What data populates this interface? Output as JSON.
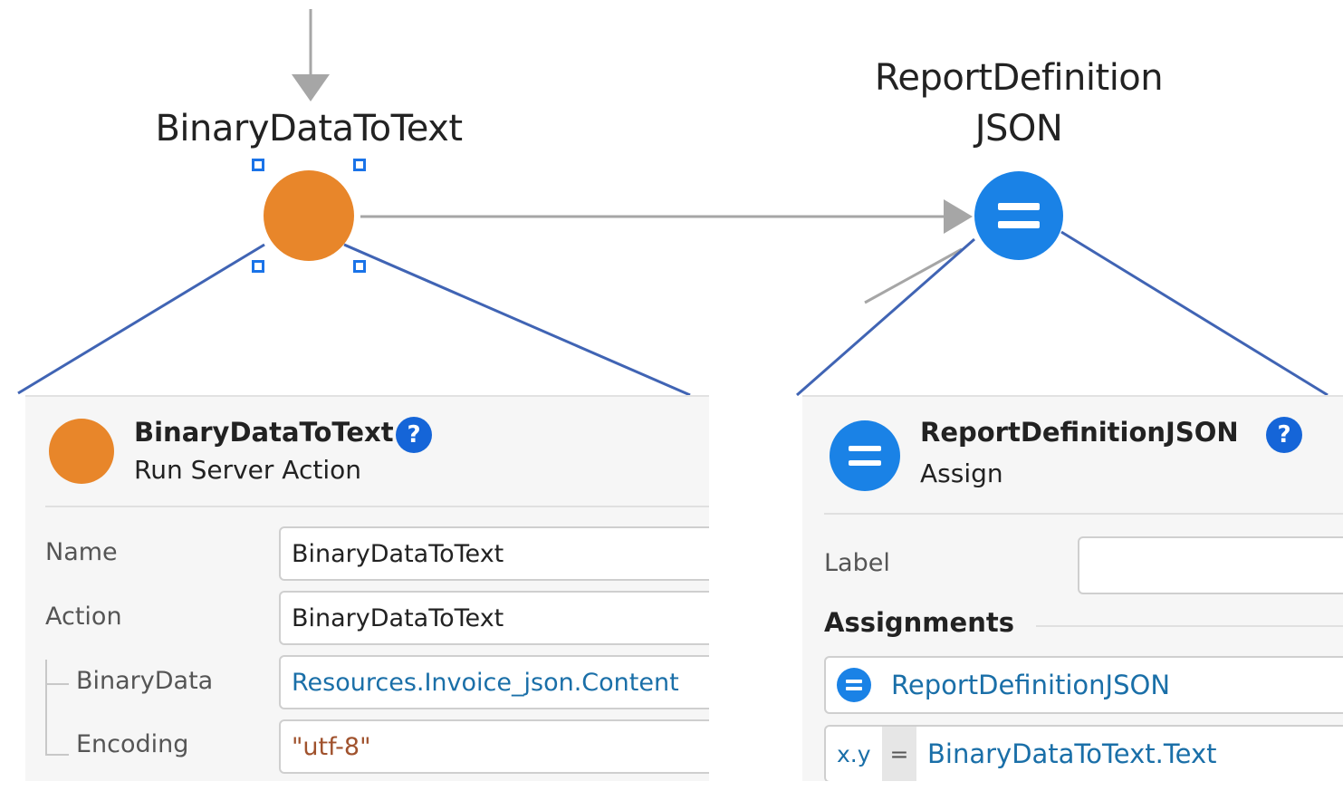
{
  "flow": {
    "node1": {
      "label": "BinaryDataToText",
      "color": "#e8862a"
    },
    "node2": {
      "label_line1": "ReportDefinition",
      "label_line2": "JSON",
      "color": "#1a82e6",
      "icon": "equals-icon"
    },
    "connector_color": "#a6a6a6",
    "zoom_line_color": "#4064b4"
  },
  "panel1": {
    "title": "BinaryDataToText",
    "subtitle": "Run Server Action",
    "help": "?",
    "fields": {
      "name_label": "Name",
      "name_value": "BinaryDataToText",
      "action_label": "Action",
      "action_value": "BinaryDataToText",
      "binarydata_label": "BinaryData",
      "binarydata_value": "Resources.Invoice_json.Content",
      "encoding_label": "Encoding",
      "encoding_value": "\"utf-8\""
    }
  },
  "panel2": {
    "title": "ReportDefinitionJSON",
    "subtitle": "Assign",
    "help": "?",
    "label_label": "Label",
    "label_value": "",
    "assignments_heading": "Assignments",
    "assignment_variable": "ReportDefinitionJSON",
    "assignment_type": "x.y",
    "assignment_operator": "=",
    "assignment_value": "BinaryDataToText.Text"
  }
}
